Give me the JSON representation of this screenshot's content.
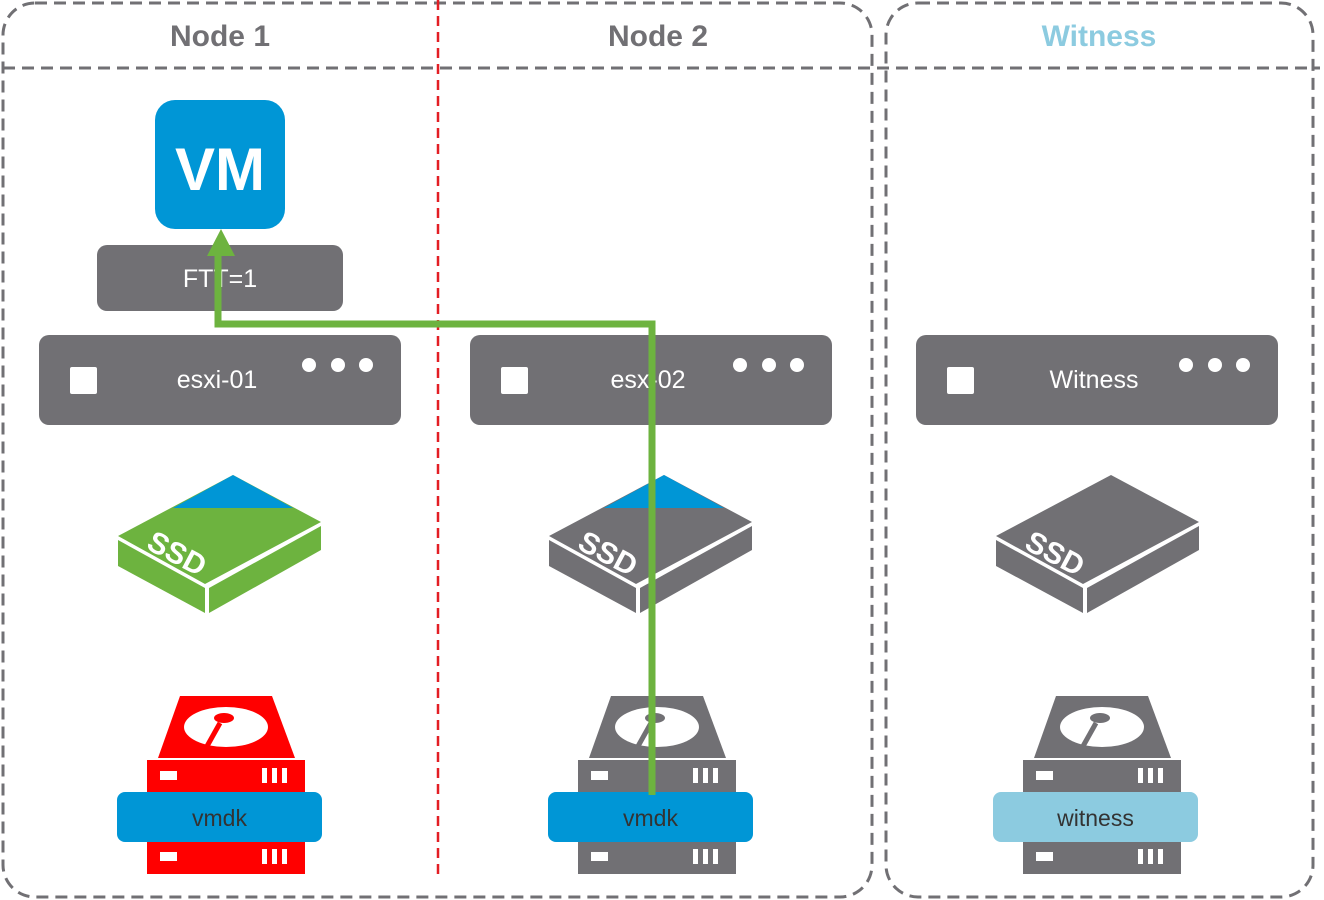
{
  "columns": [
    {
      "title": "Node 1",
      "color": "#717074"
    },
    {
      "title": "Node 2",
      "color": "#717074"
    },
    {
      "title": "Witness",
      "color": "#8ccbe0"
    }
  ],
  "vm": {
    "label": "VM",
    "color": "#0096d6"
  },
  "policy": {
    "label": "FTT=1"
  },
  "hosts": [
    {
      "name": "esxi-01"
    },
    {
      "name": "esx-02"
    },
    {
      "name": "Witness"
    }
  ],
  "ssds": [
    {
      "label": "SSD",
      "color": "#6db33f",
      "accent": "#0096d6"
    },
    {
      "label": "SSD",
      "color": "#717074",
      "accent": "#0096d6"
    },
    {
      "label": "SSD",
      "color": "#717074",
      "accent": null
    }
  ],
  "disks": [
    {
      "label": "vmdk",
      "disk_color": "#ff0000",
      "label_color": "#0096d6",
      "status": "failed"
    },
    {
      "label": "vmdk",
      "disk_color": "#717074",
      "label_color": "#0096d6",
      "status": "active"
    },
    {
      "label": "witness",
      "disk_color": "#717074",
      "label_color": "#8ccbe0",
      "status": "witness"
    }
  ],
  "colors": {
    "gray": "#717074",
    "io_path": "#6db33f",
    "partition": "#e31e24"
  }
}
